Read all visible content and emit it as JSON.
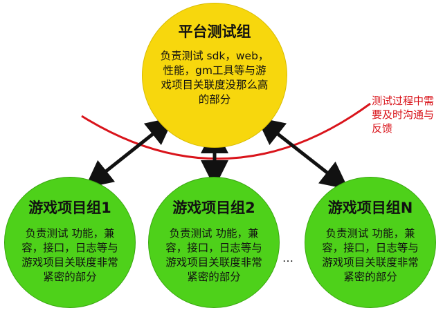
{
  "platform": {
    "title": "平台测试组",
    "desc": "负责测试 sdk，web，性能，gm工具等与游戏项目关联度没那么高的部分"
  },
  "groups": [
    {
      "title": "游戏项目组1",
      "desc": "负责测试 功能，兼容，接口，日志等与游戏项目关联度非常紧密的部分"
    },
    {
      "title": "游戏项目组2",
      "desc": "负责测试 功能，兼容，接口，日志等与游戏项目关联度非常紧密的部分"
    },
    {
      "title": "游戏项目组N",
      "desc": "负责测试 功能，兼容，接口，日志等与游戏项目关联度非常紧密的部分"
    }
  ],
  "ellipsis": "…",
  "note": "测试过程中需要及时沟通与反馈",
  "colors": {
    "platform_fill": "#f7d70d",
    "group_fill": "#4ed11a",
    "arc": "#d9141b",
    "arrow": "#111111"
  }
}
